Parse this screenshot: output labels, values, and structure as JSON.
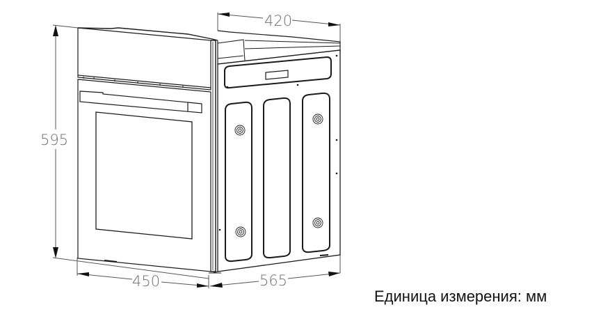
{
  "diagram": {
    "subject": "built-in oven dimensions drawing",
    "dimensions": {
      "height": "595",
      "width": "450",
      "depth": "565",
      "top_depth": "420"
    },
    "unit_caption": "Единица измерения: мм"
  },
  "colors": {
    "line": "#1a1a1a",
    "dimension_line": "#555555",
    "dimension_text": "#6e6e6e",
    "background": "#ffffff"
  }
}
